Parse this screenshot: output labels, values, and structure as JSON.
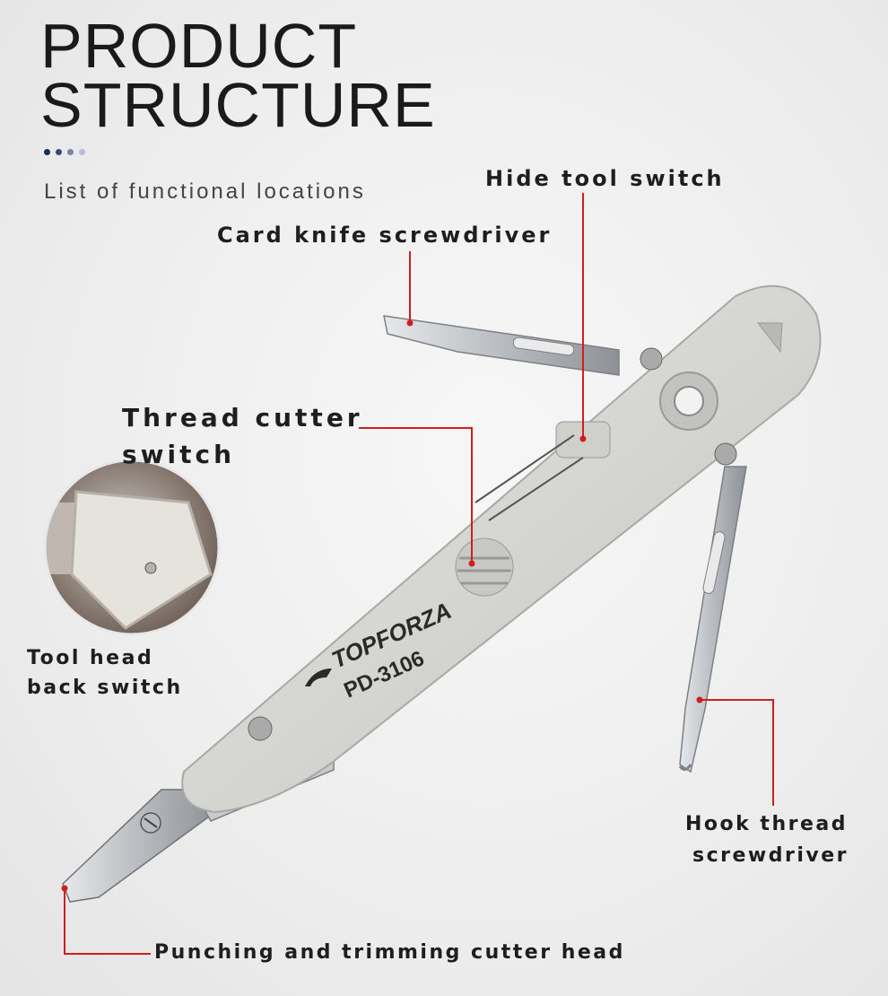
{
  "header": {
    "title_line1": "PRODUCT",
    "title_line2": "STRUCTURE",
    "subtitle": "List of functional locations",
    "dot_colors": [
      "#1c2a5a",
      "#3c4a7a",
      "#7a84a8",
      "#b8bdd2"
    ]
  },
  "product": {
    "brand": "TOPFORZA",
    "model": "PD-3106"
  },
  "callouts": {
    "hide_tool_switch": "Hide tool switch",
    "card_knife_screwdriver": "Card knife screwdriver",
    "thread_cutter_switch_line1": "Thread cutter",
    "thread_cutter_switch_line2": "switch",
    "tool_head_back_switch_line1": "Tool head",
    "tool_head_back_switch_line2": "back switch",
    "hook_thread_screwdriver_line1": "Hook thread",
    "hook_thread_screwdriver_line2": "screwdriver",
    "punching_cutter_head": "Punching and trimming cutter head"
  },
  "colors": {
    "callout_line": "#d01d1d",
    "tool_body": "#d6d6d2",
    "blade": "#c8cbcf"
  }
}
